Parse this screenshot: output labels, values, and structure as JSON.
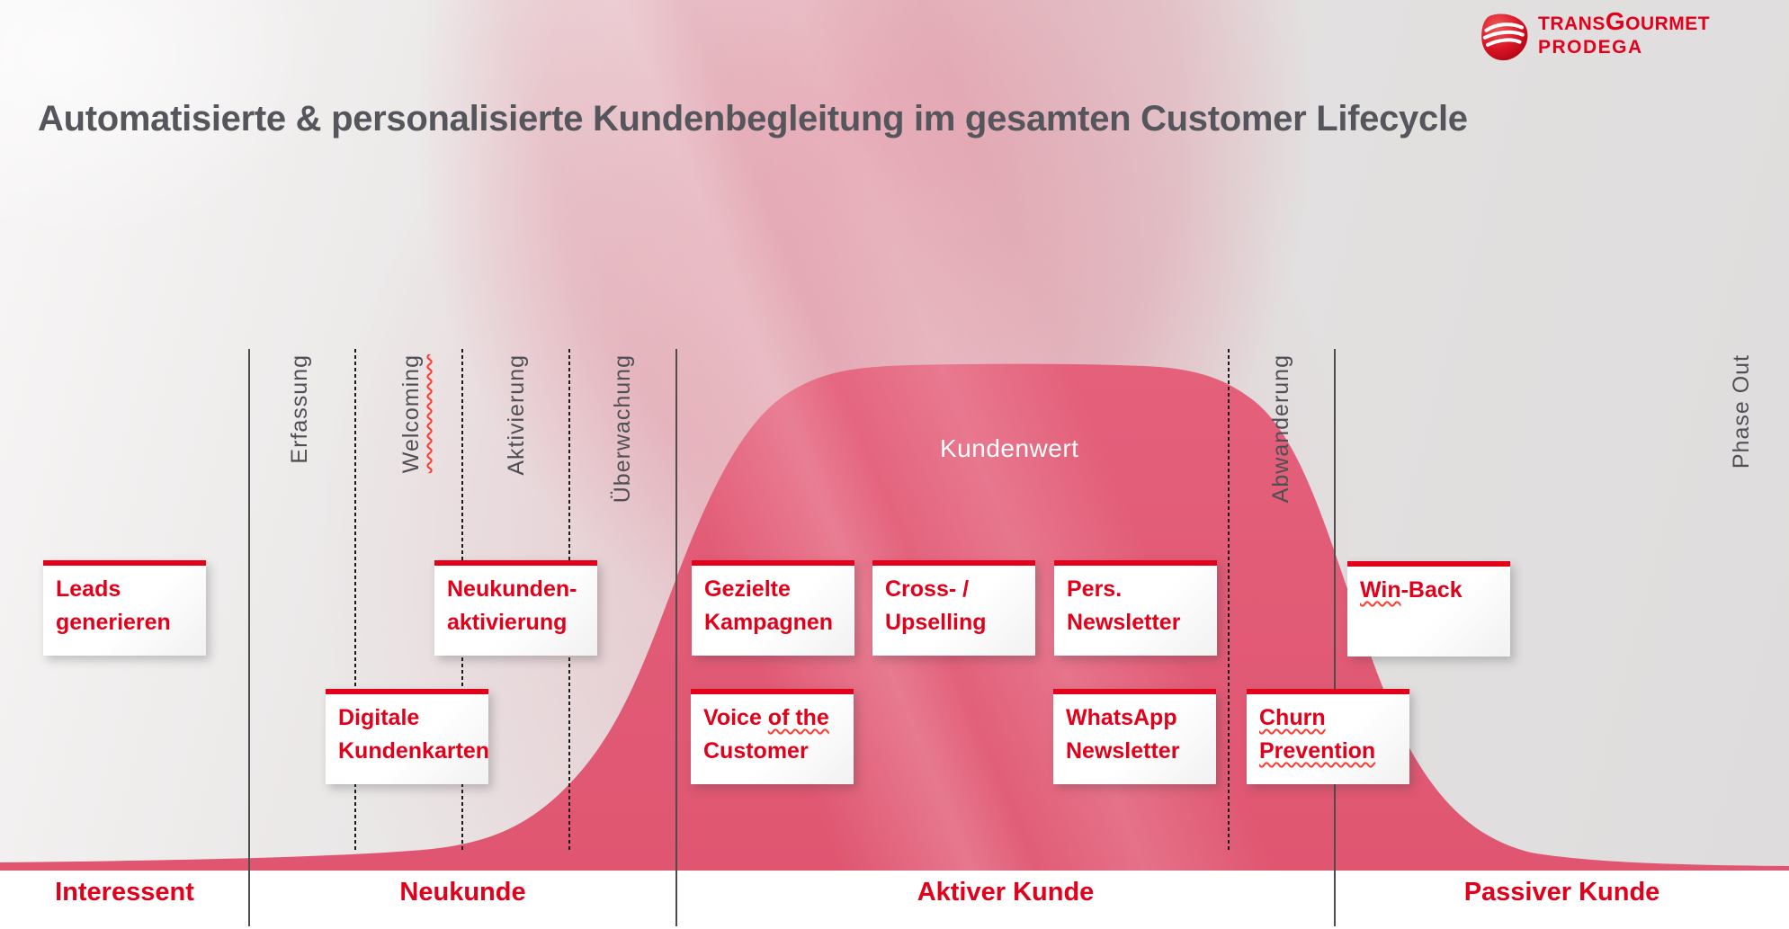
{
  "slide": {
    "title": "Automatisierte & personalisierte Kundenbegleitung im gesamten Customer Lifecycle"
  },
  "logo": {
    "word1_part1": "TRANS",
    "word1_part2": "G",
    "word1_part3": "OURMET",
    "word2": "PRODEGA"
  },
  "curve": {
    "label": "Kundenwert"
  },
  "stage_labels": {
    "erfassung": "Erfassung",
    "welcoming": "Welcoming",
    "aktivierung": "Aktivierung",
    "ueberwachung": "Überwachung",
    "abwanderung": "Abwanderung",
    "phase_out": "Phase Out"
  },
  "cards": {
    "leads": {
      "line1": "Leads",
      "line2": "generieren"
    },
    "digitale": {
      "line1": "Digitale",
      "line2": "Kundenkarten"
    },
    "neukunden": {
      "line1": "Neukunden-",
      "line2": "aktivierung"
    },
    "gezielte": {
      "line1": "Gezielte",
      "line2": "Kampagnen"
    },
    "voice": {
      "line1_a": "Voice ",
      "line1_b": "of the",
      "line2": "Customer"
    },
    "cross": {
      "line1": "Cross- /",
      "line2": "Upselling"
    },
    "pers": {
      "line1": "Pers.",
      "line2": "Newsletter"
    },
    "whatsapp": {
      "line1": "WhatsApp",
      "line2": "Newsletter"
    },
    "churn": {
      "line1": "Churn",
      "line2": "Prevention"
    },
    "winback": {
      "line1_a": "Win",
      "line1_b": "-Back"
    }
  },
  "phases": {
    "p1": "Interessent",
    "p2": "Neukunde",
    "p3": "Aktiver Kunde",
    "p4": "Passiver Kunde"
  },
  "colors": {
    "brand_red": "#e2001a",
    "curve_pink": "#e25c77",
    "background_pink": "#eec3cd",
    "background_gray": "#e2dfdf",
    "title_gray": "#55555c",
    "stage_label_gray": "#4f4f56",
    "divider_gray": "#4d4d4d",
    "dotted_black": "#1a1a1a",
    "card_background": "#ffffff"
  }
}
